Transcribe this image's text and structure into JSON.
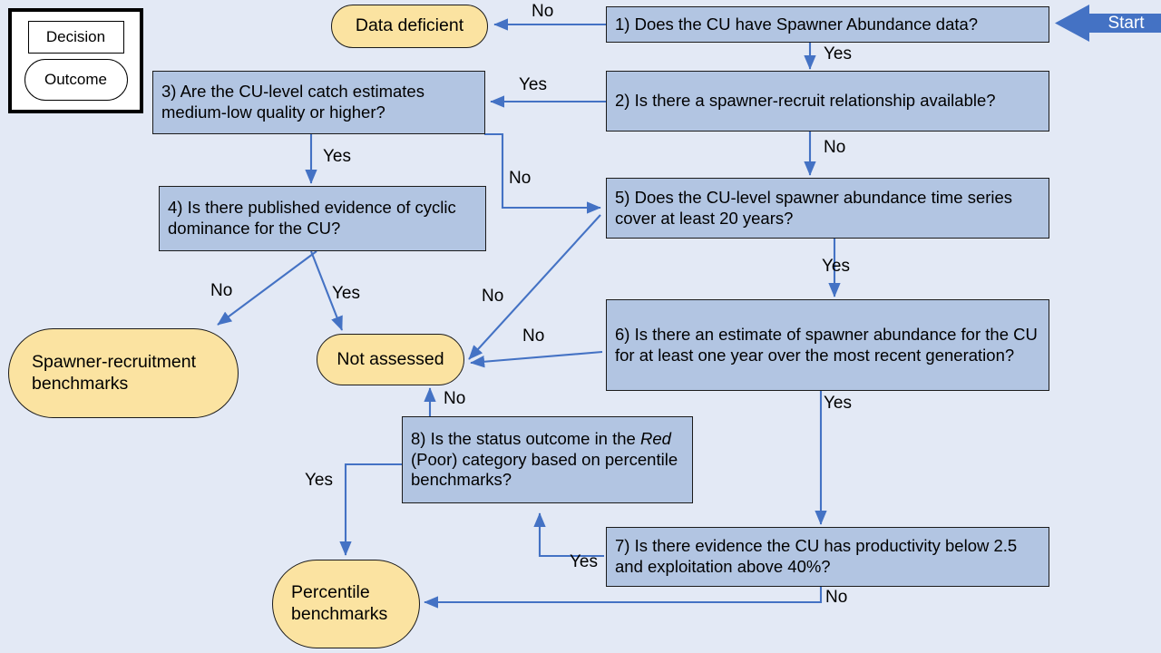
{
  "title": "Conservation Unit status assessment decision tree",
  "background_color": "#E3E9F5",
  "palette": {
    "decision_fill": "#B2C5E2",
    "outcome_fill": "#FBE3A1",
    "node_border": "#1B1B1B",
    "edge_color": "#4472C4",
    "start_fill": "#4472C4",
    "start_text": "#FFFFFF"
  },
  "legend": {
    "decision_label": "Decision",
    "outcome_label": "Outcome"
  },
  "start": {
    "label": "Start"
  },
  "nodes": {
    "q1": {
      "type": "decision",
      "text": "1) Does the CU have Spawner Abundance data?"
    },
    "q2": {
      "type": "decision",
      "text": "2) Is there a spawner-recruit relationship available?"
    },
    "q3": {
      "type": "decision",
      "text": "3) Are the CU-level catch estimates medium-low quality or higher?"
    },
    "q4": {
      "type": "decision",
      "text": "4) Is there published evidence of cyclic dominance for the CU?"
    },
    "q5": {
      "type": "decision",
      "text": "5) Does the CU-level spawner abundance time series cover at least 20 years?"
    },
    "q6": {
      "type": "decision",
      "text": "6) Is there an estimate of spawner abundance for the CU for at least one year over the most recent generation?"
    },
    "q7": {
      "type": "decision",
      "text": "7) Is there evidence the CU has productivity below 2.5 and exploitation above 40%?"
    },
    "q8": {
      "type": "decision",
      "text_part1": "8) Is the status outcome in the ",
      "text_italic": "Red",
      "text_part2": " (Poor) category based on percentile benchmarks?"
    },
    "data_deficient": {
      "type": "outcome",
      "text": "Data deficient"
    },
    "not_assessed": {
      "type": "outcome",
      "text": "Not assessed"
    },
    "sr_benchmarks": {
      "type": "outcome",
      "text": "Spawner-recruitment benchmarks"
    },
    "percentile_benchmarks": {
      "type": "outcome",
      "text": "Percentile benchmarks"
    }
  },
  "edges": [
    {
      "id": "e1-no",
      "from": "q1",
      "to": "data_deficient",
      "label": "No"
    },
    {
      "id": "e1-yes",
      "from": "q1",
      "to": "q2",
      "label": "Yes"
    },
    {
      "id": "e2-yes",
      "from": "q2",
      "to": "q3",
      "label": "Yes"
    },
    {
      "id": "e2-no",
      "from": "q2",
      "to": "q5",
      "label": "No"
    },
    {
      "id": "e3-yes",
      "from": "q3",
      "to": "q4",
      "label": "Yes"
    },
    {
      "id": "e3-no",
      "from": "q3",
      "to": "q5",
      "label": "No"
    },
    {
      "id": "e4-no",
      "from": "q4",
      "to": "sr_benchmarks",
      "label": "No"
    },
    {
      "id": "e4-yes",
      "from": "q4",
      "to": "not_assessed",
      "label": "Yes"
    },
    {
      "id": "e5-yes",
      "from": "q5",
      "to": "q6",
      "label": "Yes"
    },
    {
      "id": "e5-no",
      "from": "q5",
      "to": "not_assessed",
      "label": "No"
    },
    {
      "id": "e6-yes",
      "from": "q6",
      "to": "q7",
      "label": "Yes"
    },
    {
      "id": "e6-no",
      "from": "q6",
      "to": "not_assessed",
      "label": "No"
    },
    {
      "id": "e7-yes",
      "from": "q7",
      "to": "q8",
      "label": "Yes"
    },
    {
      "id": "e7-no",
      "from": "q7",
      "to": "percentile_benchmarks",
      "label": "No"
    },
    {
      "id": "e8-no",
      "from": "q8",
      "to": "not_assessed",
      "label": "No"
    },
    {
      "id": "e8-yes",
      "from": "q8",
      "to": "percentile_benchmarks",
      "label": "Yes"
    }
  ],
  "edge_labels": {
    "l1_no": "No",
    "l1_yes": "Yes",
    "l2_yes": "Yes",
    "l2_no": "No",
    "l3_yes": "Yes",
    "l3_no": "No",
    "l4_no": "No",
    "l4_yes": "Yes",
    "l5_yes": "Yes",
    "l5_no": "No",
    "l6_yes": "Yes",
    "l6_no": "No",
    "l7_yes": "Yes",
    "l7_no": "No",
    "l8_no": "No",
    "l8_yes": "Yes"
  }
}
